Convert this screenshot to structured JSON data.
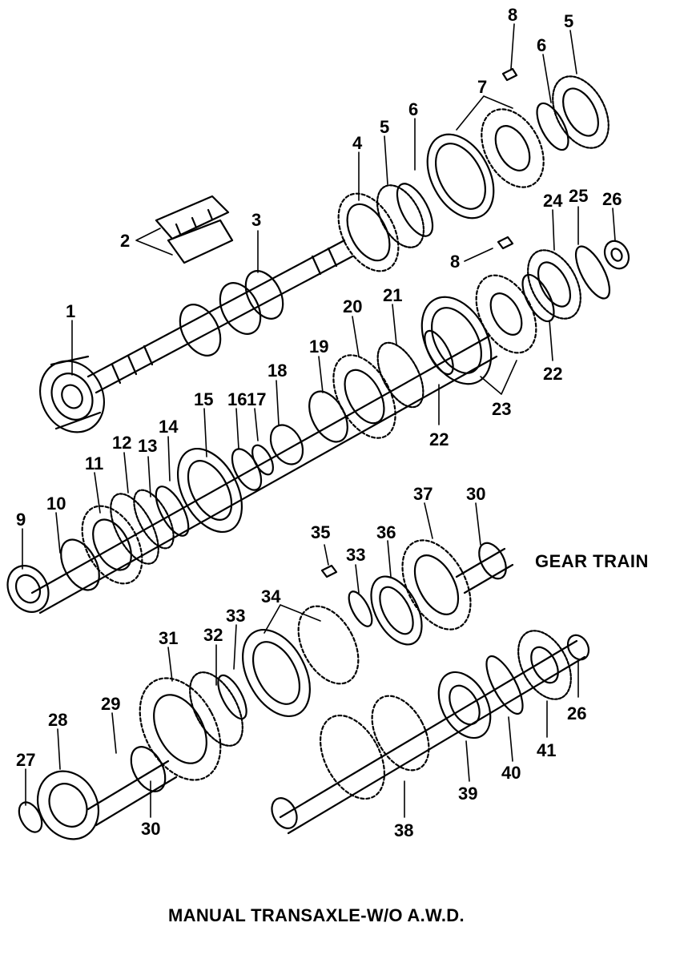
{
  "section_title": "GEAR TRAIN",
  "caption": "MANUAL TRANSAXLE-W/O A.W.D.",
  "callouts": [
    "1",
    "2",
    "3",
    "4",
    "5",
    "5",
    "6",
    "6",
    "7",
    "8",
    "8",
    "9",
    "10",
    "11",
    "12",
    "13",
    "14",
    "15",
    "16",
    "17",
    "18",
    "19",
    "20",
    "21",
    "22",
    "22",
    "23",
    "24",
    "25",
    "26",
    "26",
    "27",
    "28",
    "29",
    "30",
    "30",
    "31",
    "32",
    "33",
    "33",
    "34",
    "35",
    "36",
    "37",
    "38",
    "39",
    "40",
    "41"
  ]
}
